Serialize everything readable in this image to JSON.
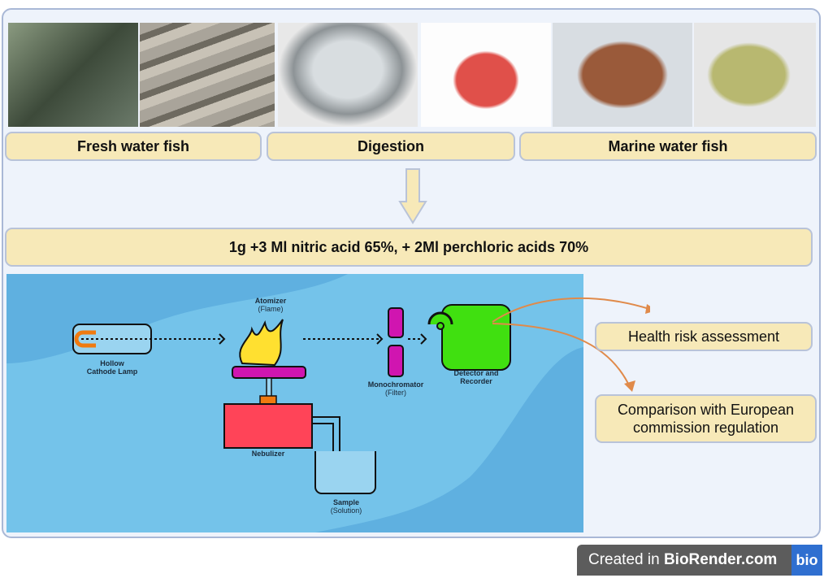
{
  "photos": [
    "tilapia",
    "freshwater-fish-pile",
    "fish-in-bowl",
    "red-grouper",
    "spotted-grouper",
    "striped-fish"
  ],
  "labels": {
    "fresh": "Fresh water fish",
    "digestion": "Digestion",
    "marine": "Marine water fish"
  },
  "reagent": "1g +3 Ml nitric acid 65%, + 2Ml perchloric acids 70%",
  "diagram": {
    "atomizer": "Atomizer",
    "atomizer_sub": "(Flame)",
    "lamp1": "Hollow",
    "lamp2": "Cathode Lamp",
    "mono": "Monochromator",
    "mono_sub": "(Filter)",
    "det1": "Detector and",
    "det2": "Recorder",
    "nebulizer": "Nebulizer",
    "sample": "Sample",
    "sample_sub": "(Solution)"
  },
  "outcomes": {
    "health": "Health risk assessment",
    "comparison": "Comparison with European commission regulation"
  },
  "badge": {
    "prefix": "Created in ",
    "brand": "BioRender.com",
    "logo": "bio"
  },
  "colors": {
    "box": "#f7e9b8",
    "panel": "#74c3ea",
    "arrow": "#e08a4a"
  }
}
